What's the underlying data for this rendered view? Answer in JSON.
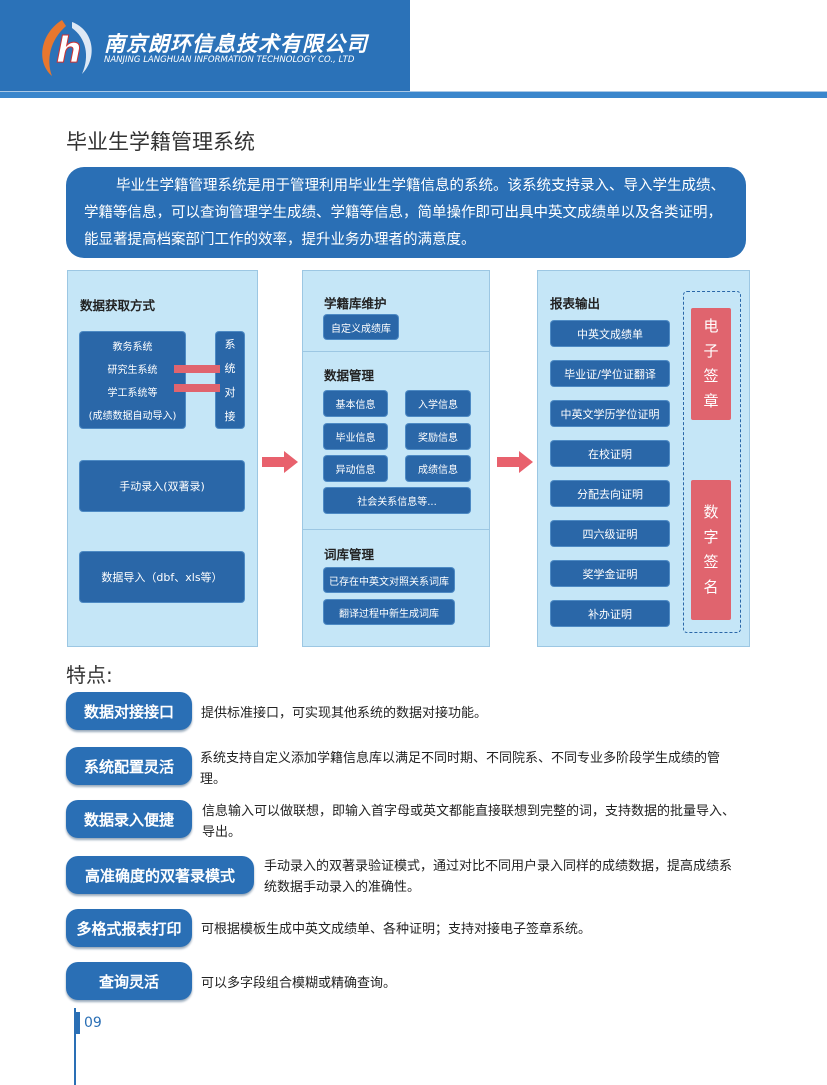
{
  "header": {
    "company_cn": "南京朗环信息技术有限公司",
    "company_en": "NANJING LANGHUAN INFORMATION TECHNOLOGY CO., LTD"
  },
  "title": "毕业生学籍管理系统",
  "intro": "毕业生学籍管理系统是用于管理利用毕业生学籍信息的系统。该系统支持录入、导入学生成绩、学籍等信息，可以查询管理学生成绩、学籍等信息，简单操作即可出具中英文成绩单以及各类证明，能显著提高档案部门工作的效率，提升业务办理者的满意度。",
  "left": {
    "heading": "数据获取方式",
    "systems": [
      "教务系统",
      "研究生系统",
      "学工系统等",
      "(成绩数据自动导入)"
    ],
    "interface": [
      "系",
      "统",
      "对",
      "接"
    ],
    "manual": "手动录入(双著录)",
    "import": "数据导入（dbf、xls等）"
  },
  "middle": {
    "s1": {
      "heading": "学籍库维护",
      "items": [
        "自定义成绩库"
      ]
    },
    "s2": {
      "heading": "数据管理",
      "items": [
        "基本信息",
        "入学信息",
        "毕业信息",
        "奖励信息",
        "异动信息",
        "成绩信息",
        "社会关系信息等..."
      ]
    },
    "s3": {
      "heading": "词库管理",
      "items": [
        "已存在中英文对照关系词库",
        "翻译过程中新生成词库"
      ]
    }
  },
  "right": {
    "heading": "报表输出",
    "items": [
      "中英文成绩单",
      "毕业证/学位证翻译",
      "中英文学历学位证明",
      "在校证明",
      "分配去向证明",
      "四六级证明",
      "奖学金证明",
      "补办证明"
    ],
    "seal": [
      "电",
      "子",
      "签",
      "章"
    ],
    "sign": [
      "数",
      "字",
      "签",
      "名"
    ]
  },
  "features": {
    "heading": "特点:",
    "items": [
      {
        "label": "数据对接接口",
        "text": "提供标准接口，可实现其他系统的数据对接功能。"
      },
      {
        "label": "系统配置灵活",
        "text": "系统支持自定义添加学籍信息库以满足不同时期、不同院系、不同专业多阶段学生成绩的管理。"
      },
      {
        "label": "数据录入便捷",
        "text": "信息输入可以做联想，即输入首字母或英文都能直接联想到完整的词，支持数据的批量导入、导出。"
      },
      {
        "label": "高准确度的双著录模式",
        "text": "手动录入的双著录验证模式，通过对比不同用户录入同样的成绩数据，提高成绩系统数据手动录入的准确性。"
      },
      {
        "label": "多格式报表打印",
        "text": "可根据模板生成中英文成绩单、各种证明；支持对接电子签章系统。"
      },
      {
        "label": "查询灵活",
        "text": "可以多字段组合模糊或精确查询。"
      }
    ]
  },
  "page_number": "09",
  "colors": {
    "primary": "#2a6fb5",
    "panel": "#c5e6f7",
    "accent": "#e0646e"
  }
}
